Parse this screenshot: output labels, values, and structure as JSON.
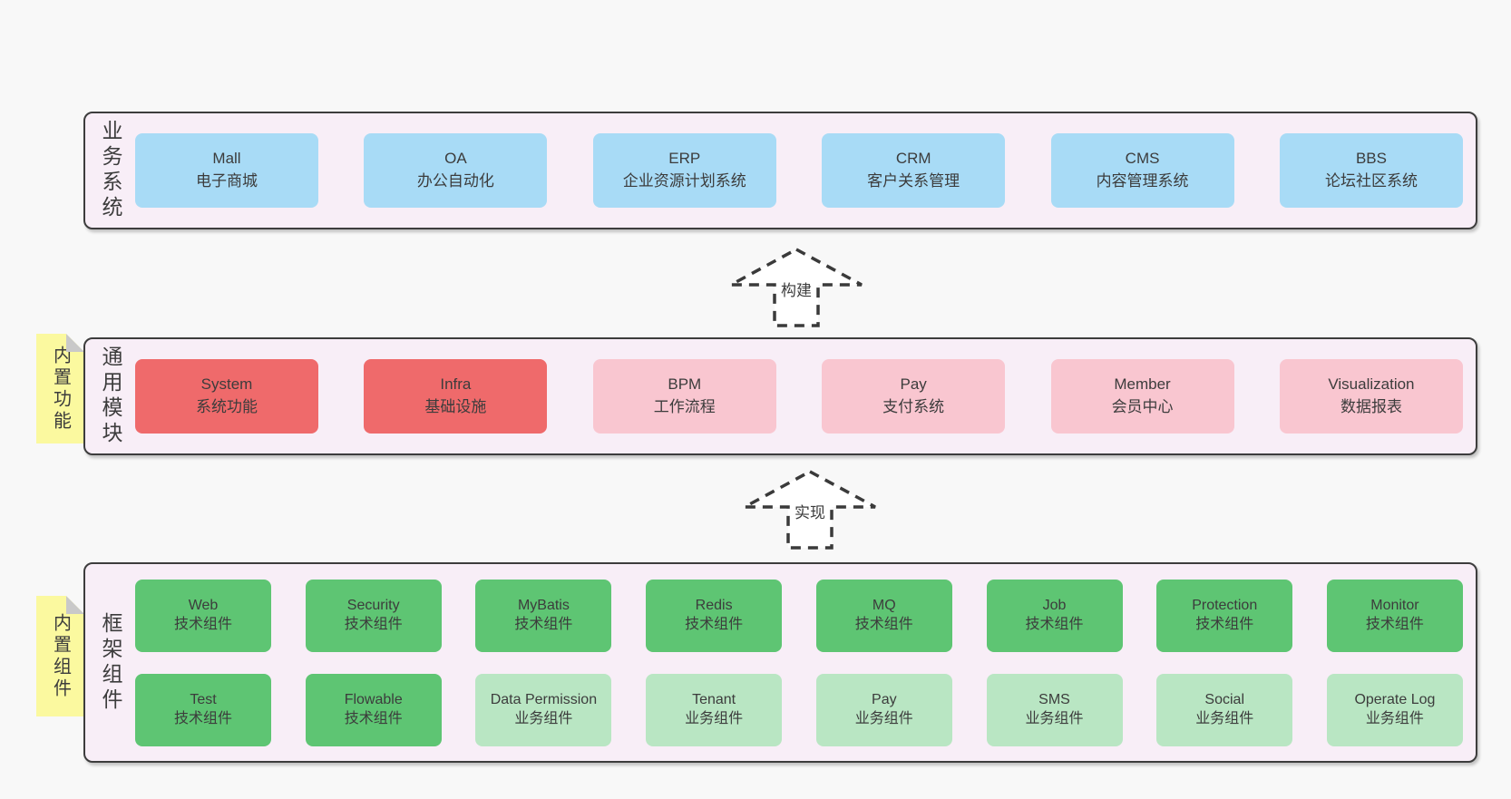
{
  "colors": {
    "page_bg": "#f8f8f8",
    "band_bg": "#f8eef7",
    "band_border": "#3d3d3d",
    "blue_box": "#a8dbf6",
    "red_box": "#ef6a6b",
    "pink_box": "#f9c6d0",
    "green_box": "#5ec573",
    "light_green_box": "#b9e6c3",
    "note_yellow": "#fbf99f",
    "text": "#3c3c3c"
  },
  "bands": [
    {
      "id": "business-systems",
      "label": "业务系统",
      "rows": [
        [
          {
            "en": "Mall",
            "zh": "电子商城",
            "variant": "blue"
          },
          {
            "en": "OA",
            "zh": "办公自动化",
            "variant": "blue"
          },
          {
            "en": "ERP",
            "zh": "企业资源计划系统",
            "variant": "blue"
          },
          {
            "en": "CRM",
            "zh": "客户关系管理",
            "variant": "blue"
          },
          {
            "en": "CMS",
            "zh": "内容管理系统",
            "variant": "blue"
          },
          {
            "en": "BBS",
            "zh": "论坛社区系统",
            "variant": "blue"
          }
        ]
      ]
    },
    {
      "id": "common-modules",
      "label": "通用模块",
      "note": "内置功能",
      "rows": [
        [
          {
            "en": "System",
            "zh": "系统功能",
            "variant": "red"
          },
          {
            "en": "Infra",
            "zh": "基础设施",
            "variant": "red"
          },
          {
            "en": "BPM",
            "zh": "工作流程",
            "variant": "pink"
          },
          {
            "en": "Pay",
            "zh": "支付系统",
            "variant": "pink"
          },
          {
            "en": "Member",
            "zh": "会员中心",
            "variant": "pink"
          },
          {
            "en": "Visualization",
            "zh": "数据报表",
            "variant": "pink"
          }
        ]
      ]
    },
    {
      "id": "framework-components",
      "label": "框架组件",
      "note": "内置组件",
      "rows": [
        [
          {
            "en": "Web",
            "zh": "技术组件",
            "variant": "green"
          },
          {
            "en": "Security",
            "zh": "技术组件",
            "variant": "green"
          },
          {
            "en": "MyBatis",
            "zh": "技术组件",
            "variant": "green"
          },
          {
            "en": "Redis",
            "zh": "技术组件",
            "variant": "green"
          },
          {
            "en": "MQ",
            "zh": "技术组件",
            "variant": "green"
          },
          {
            "en": "Job",
            "zh": "技术组件",
            "variant": "green"
          },
          {
            "en": "Protection",
            "zh": "技术组件",
            "variant": "green"
          },
          {
            "en": "Monitor",
            "zh": "技术组件",
            "variant": "green"
          }
        ],
        [
          {
            "en": "Test",
            "zh": "技术组件",
            "variant": "green"
          },
          {
            "en": "Flowable",
            "zh": "技术组件",
            "variant": "green"
          },
          {
            "en": "Data Permission",
            "zh": "业务组件",
            "variant": "green-light"
          },
          {
            "en": "Tenant",
            "zh": "业务组件",
            "variant": "green-light"
          },
          {
            "en": "Pay",
            "zh": "业务组件",
            "variant": "green-light"
          },
          {
            "en": "SMS",
            "zh": "业务组件",
            "variant": "green-light"
          },
          {
            "en": "Social",
            "zh": "业务组件",
            "variant": "green-light"
          },
          {
            "en": "Operate Log",
            "zh": "业务组件",
            "variant": "green-light"
          }
        ]
      ]
    }
  ],
  "arrows": [
    {
      "id": "build",
      "label": "构建"
    },
    {
      "id": "implement",
      "label": "实现"
    }
  ]
}
